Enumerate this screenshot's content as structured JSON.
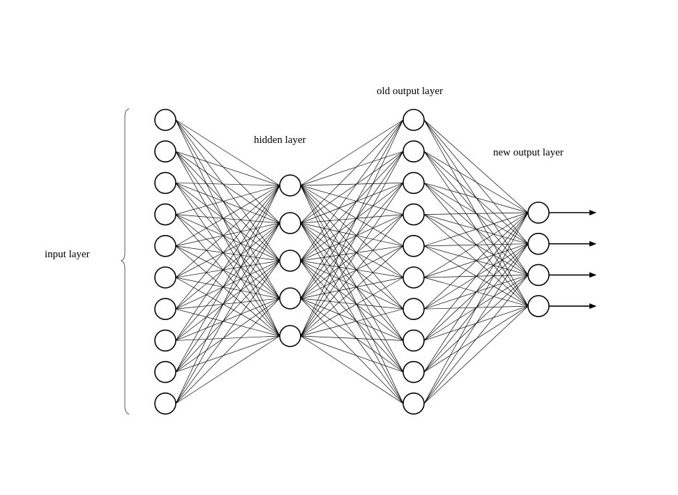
{
  "labels": {
    "input": "input layer",
    "hidden": "hidden layer",
    "old_output": "old output layer",
    "new_output": "new output layer"
  },
  "layers": {
    "input": {
      "nodes": 10
    },
    "hidden": {
      "nodes": 5
    },
    "old_output": {
      "nodes": 10
    },
    "new_output": {
      "nodes": 4
    }
  },
  "output_arrows": 4,
  "colors": {
    "stroke": "#000000",
    "background": "#ffffff"
  }
}
